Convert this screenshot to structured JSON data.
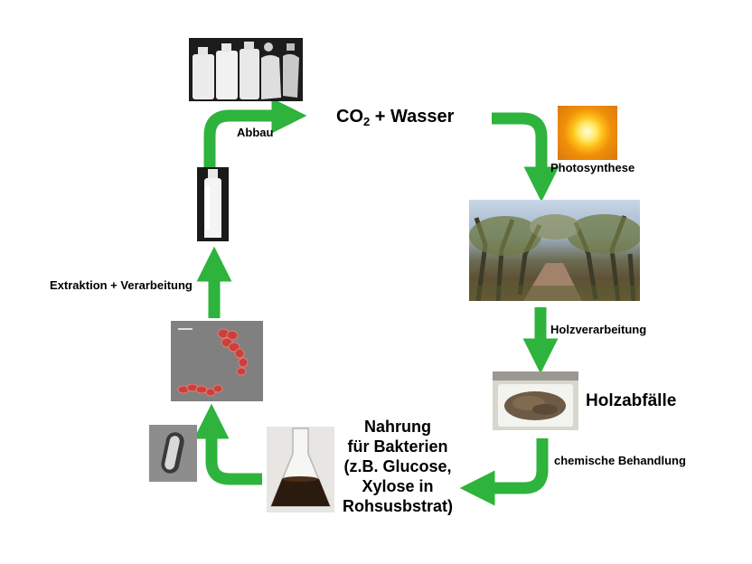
{
  "labels": {
    "co2_prefix": "CO",
    "co2_subscript": "2",
    "co2_suffix": " + Wasser",
    "photosynthese": "Photosynthese",
    "holzverarbeitung": "Holzverarbeitung",
    "holzabfaelle": "Holzabfälle",
    "chemische_behandlung": "chemische Behandlung",
    "nahrung_line1": "Nahrung",
    "nahrung_line2": "für Bakterien",
    "nahrung_line3": "(z.B. Glucose,",
    "nahrung_line4": "Xylose in",
    "nahrung_line5": "Rohsusbstrat)",
    "extraktion": "Extraktion + Verarbeitung",
    "abbau": "Abbau"
  },
  "colors": {
    "arrow_green": "#2eb33c",
    "background": "#ffffff"
  },
  "images": {
    "sun": "sun-photo",
    "trees": "tree-avenue-photo",
    "wood_chips": "wood-chips-photo",
    "flask": "flask-with-dark-liquid-photo",
    "bacterium": "single-bacterium-micrograph",
    "bacteria_chain": "fluorescent-bacteria-micrograph",
    "bottle": "plastic-bottle-photo",
    "degraded_bottles": "degraded-bottles-photo"
  }
}
